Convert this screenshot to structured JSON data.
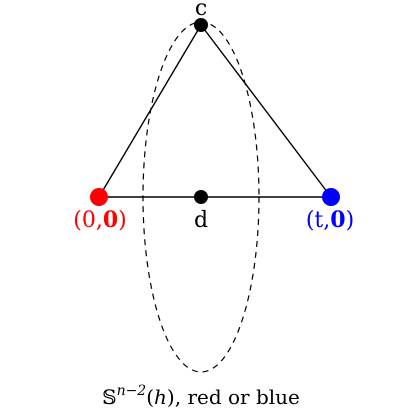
{
  "points": {
    "c": {
      "label": "c",
      "color": "#000000"
    },
    "d": {
      "label": "d",
      "color": "#000000"
    },
    "red": {
      "label_open": "(0,",
      "label_bold": "0",
      "label_close": ")",
      "color": "#ff0000"
    },
    "blue": {
      "label_open": "(t,",
      "label_bold": "0",
      "label_close": ")",
      "color": "#0000ff"
    }
  },
  "caption": {
    "sphere_symbol": "𝕊",
    "exponent": "n−2",
    "paren_open": "(",
    "variable": "h",
    "rest": "), red or blue"
  },
  "style": {
    "line_color": "#000000",
    "ellipse_dash": "dashed"
  }
}
